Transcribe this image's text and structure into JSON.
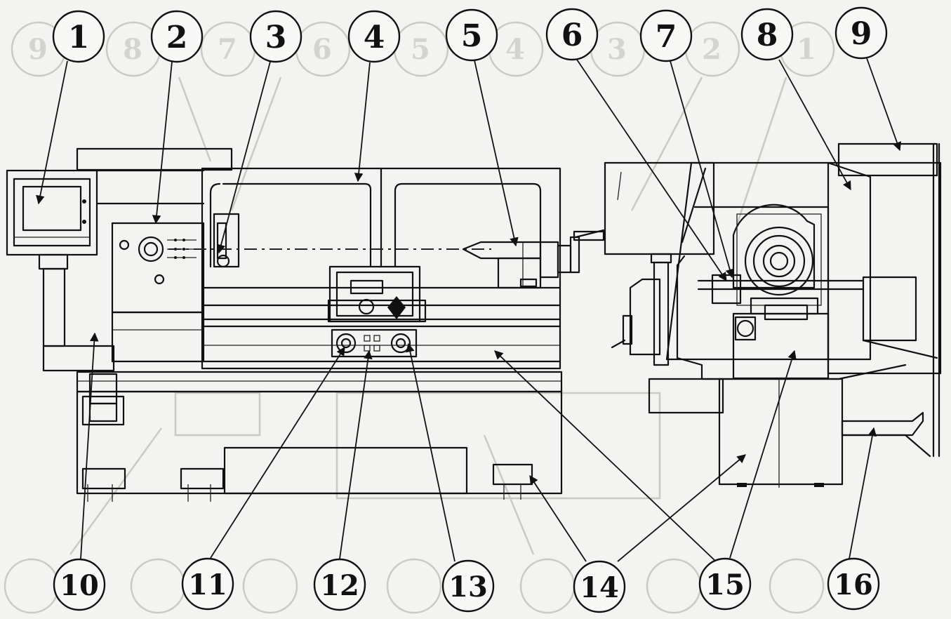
{
  "callouts": [
    {
      "id": 1,
      "label": "1"
    },
    {
      "id": 2,
      "label": "2"
    },
    {
      "id": 3,
      "label": "3"
    },
    {
      "id": 4,
      "label": "4"
    },
    {
      "id": 5,
      "label": "5"
    },
    {
      "id": 6,
      "label": "6"
    },
    {
      "id": 7,
      "label": "7"
    },
    {
      "id": 8,
      "label": "8"
    },
    {
      "id": 9,
      "label": "9"
    },
    {
      "id": 10,
      "label": "10"
    },
    {
      "id": 11,
      "label": "11"
    },
    {
      "id": 12,
      "label": "12"
    },
    {
      "id": 13,
      "label": "13"
    },
    {
      "id": 14,
      "label": "14"
    },
    {
      "id": 15,
      "label": "15"
    },
    {
      "id": 16,
      "label": "16"
    }
  ],
  "colors": {
    "paper": "#f3f3f1",
    "ink": "#111111",
    "ghost": "#c9c9c6"
  }
}
